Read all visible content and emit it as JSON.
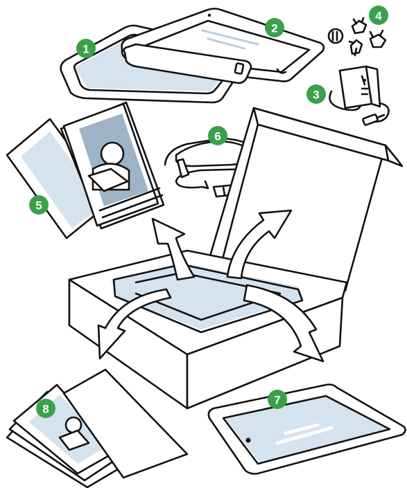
{
  "colors": {
    "badge": "#3aa14a",
    "outline": "#111111",
    "tint_light": "#d5e3ee",
    "tint_dark": "#9eb4c6"
  },
  "badges": [
    {
      "key": "item-1",
      "label": "1"
    },
    {
      "key": "item-2",
      "label": "2"
    },
    {
      "key": "item-3",
      "label": "3"
    },
    {
      "key": "item-4",
      "label": "4"
    },
    {
      "key": "item-5",
      "label": "5"
    },
    {
      "key": "item-6",
      "label": "6"
    },
    {
      "key": "item-7",
      "label": "7"
    },
    {
      "key": "item-8",
      "label": "8"
    }
  ],
  "items": [
    {
      "key": "item-1",
      "icon": "frame-cover-icon"
    },
    {
      "key": "item-2",
      "icon": "screen-protector-icon"
    },
    {
      "key": "item-3",
      "icon": "charger-cable-icon"
    },
    {
      "key": "item-4",
      "icon": "plug-adapters-icon"
    },
    {
      "key": "item-5",
      "icon": "leaflet-icon"
    },
    {
      "key": "item-6",
      "icon": "strap-icon"
    },
    {
      "key": "item-7",
      "icon": "tablet-icon"
    },
    {
      "key": "item-8",
      "icon": "manual-booklets-icon"
    }
  ],
  "center": {
    "icon": "open-box-icon",
    "arrows": 4
  }
}
